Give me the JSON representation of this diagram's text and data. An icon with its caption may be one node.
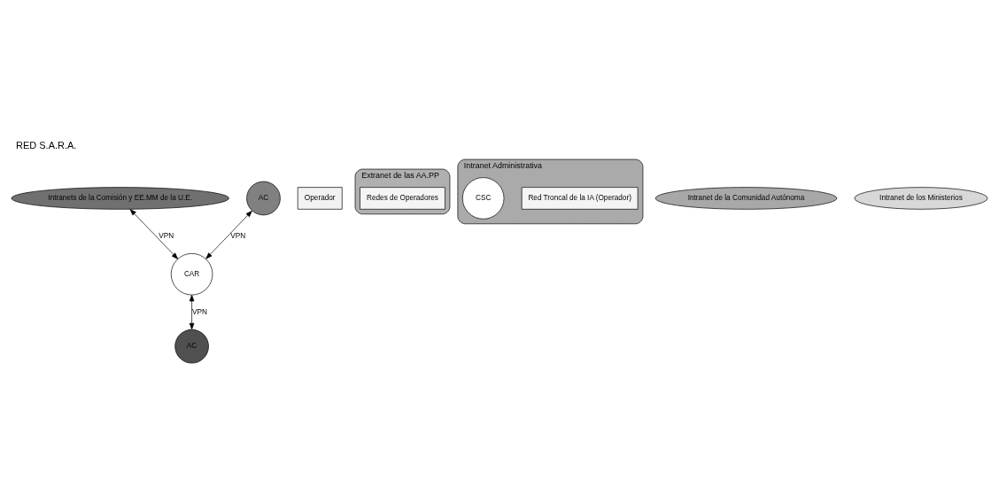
{
  "diagram": {
    "title": "RED S.A.R.A.",
    "nodes": [
      {
        "text": [
          "Intranets de la Comisión y EE.MM de la U.E."
        ]
      },
      {
        "text": [
          "Operador"
        ]
      },
      {
        "text": [
          "Extranet de las AA.PP"
        ]
      },
      {
        "text": [
          "Redes de Operadores"
        ],
        "in": 2
      },
      {
        "text": [
          "CAR"
        ]
      },
      {
        "text": [
          "Intranet Administrativa"
        ]
      },
      {
        "text": [
          "Red Troncal de la IA (Operador)"
        ],
        "in": 5
      },
      {
        "text": [
          "CSC"
        ],
        "in": 5
      },
      {
        "text": [
          "Intranet de la Comunidad Autónoma"
        ]
      },
      {
        "text": [
          "AC"
        ]
      },
      {
        "text": [
          "AC"
        ]
      },
      {
        "text": [
          "Intranet de los Ministerios"
        ]
      }
    ],
    "edges": [
      {
        "from": 0,
        "to": 4,
        "arrow": "both",
        "label": "VPN"
      },
      {
        "from": 9,
        "to": 4,
        "arrow": "both",
        "label": "VPN"
      },
      {
        "from": 4,
        "to": 10,
        "arrow": "both",
        "label": "VPN"
      }
    ]
  }
}
